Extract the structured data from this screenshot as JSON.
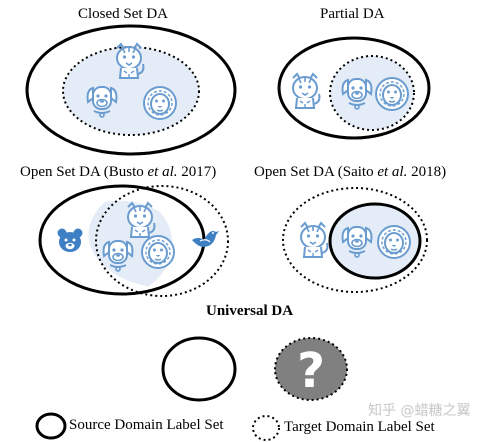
{
  "panels": {
    "closed_set": {
      "title": "Closed Set DA"
    },
    "partial": {
      "title": "Partial DA"
    },
    "open_set_busto": {
      "title_prefix": "Open Set DA (Busto ",
      "title_italic": "et al.",
      "title_suffix": " 2017)"
    },
    "open_set_saito": {
      "title_prefix": "Open Set DA (Saito ",
      "title_italic": "et al.",
      "title_suffix": " 2018)"
    },
    "universal": {
      "title": "Universal DA",
      "unknown_symbol": "?"
    }
  },
  "legend": {
    "source_label": "Source Domain Label Set",
    "target_label": "Target Domain Label Set"
  },
  "watermark": "知乎 @蜡糖之翼",
  "colors": {
    "fill_light_blue": "#e4edf7",
    "icon_blue": "#6a9cd0",
    "bear_blue": "#3f7fc4",
    "unknown_gray": "#808080"
  },
  "icons": [
    "tiger-icon",
    "dog-icon",
    "lion-icon",
    "bear-icon",
    "bird-icon"
  ]
}
